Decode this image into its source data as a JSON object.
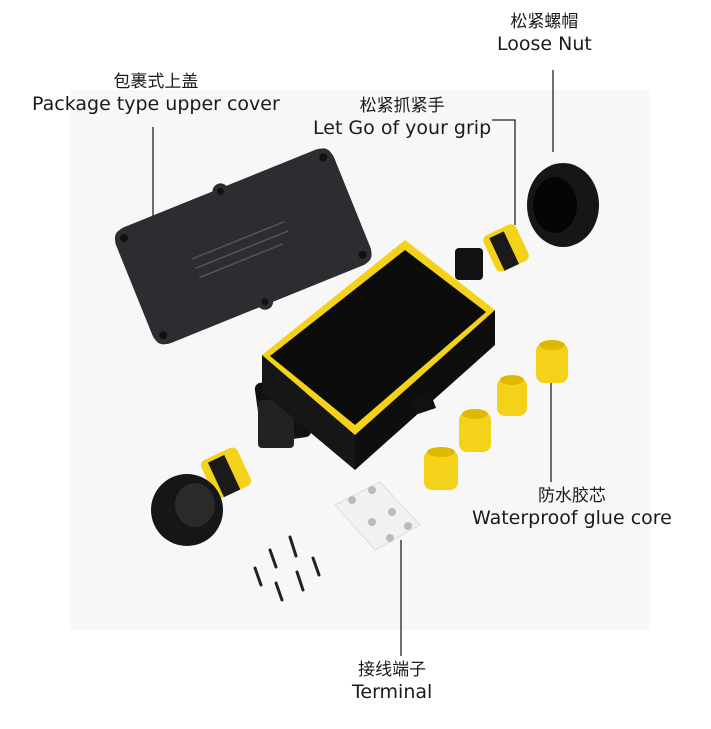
{
  "labels": {
    "loose_nut": {
      "zh": "松紧螺帽",
      "en": "Loose Nut"
    },
    "upper_cover": {
      "zh": "包裹式上盖",
      "en": "Package type upper cover"
    },
    "grip": {
      "zh": "松紧抓紧手",
      "en": "Let Go of your grip"
    },
    "glue_core": {
      "zh": "防水胶芯",
      "en": "Waterproof glue core"
    },
    "terminal": {
      "zh": "接线端子",
      "en": "Terminal"
    }
  },
  "colors": {
    "accent": "#f5d21a",
    "body": "#111111",
    "cover": "#2b2d30"
  }
}
